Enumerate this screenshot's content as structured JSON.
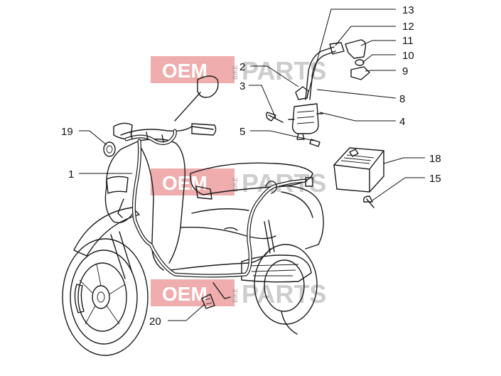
{
  "diagram": {
    "callouts": [
      "13",
      "12",
      "11",
      "10",
      "9",
      "2",
      "3",
      "8",
      "4",
      "5",
      "19",
      "18",
      "15",
      "1",
      "20"
    ]
  },
  "watermark": {
    "brand": "OEM",
    "sub": "BIKE",
    "word": "PARTS",
    "color": "#e36a6a"
  },
  "icons": {
    "scooter": "scooter-drawing",
    "coil": "ignition-coil",
    "regulator": "voltage-regulator"
  }
}
